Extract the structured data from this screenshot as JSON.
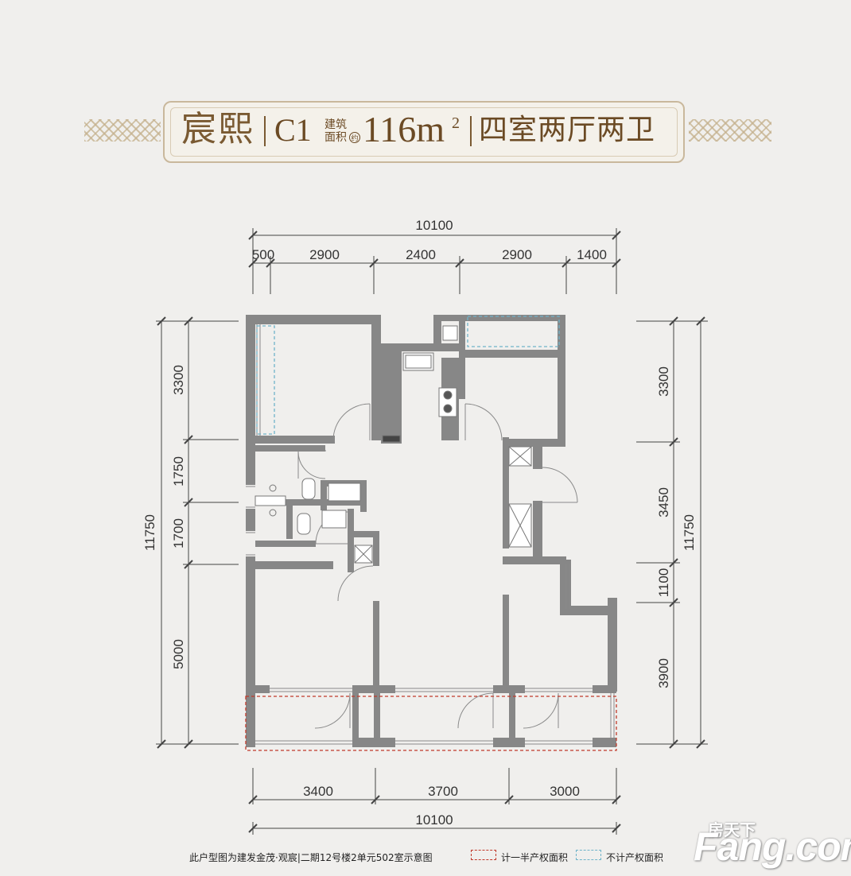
{
  "title": {
    "name": "宸熙",
    "code": "C1",
    "area_label_line1": "建筑",
    "area_label_line2": "面积",
    "area_prefix": "约",
    "area_value": "116m",
    "area_unit_sup": "2",
    "layout": "四室两厅两卫"
  },
  "dimensions": {
    "top_total": "10100",
    "top_segments": [
      "500",
      "2900",
      "2400",
      "2900",
      "1400"
    ],
    "left_total": "11750",
    "left_segments": [
      "3300",
      "1750",
      "1700",
      "5000"
    ],
    "right_total": "11750",
    "right_segments": [
      "3300",
      "3450",
      "1100",
      "3900"
    ],
    "bottom_total": "10100",
    "bottom_segments": [
      "3400",
      "3700",
      "3000"
    ]
  },
  "footer": {
    "caption": "此户型图为建发金茂·观宸|二期12号楼2单元502室示意图",
    "legend_half": "计一半产权面积",
    "legend_none": "不计产权面积",
    "legend_half_color": "#c0392b",
    "legend_none_color": "#6fb3c9"
  },
  "watermark": {
    "logo": "Fang.com",
    "cn": "房天下"
  },
  "colors": {
    "wall": "#878787",
    "banner_text": "#6b4a24",
    "banner_border": "#c9b89c"
  }
}
